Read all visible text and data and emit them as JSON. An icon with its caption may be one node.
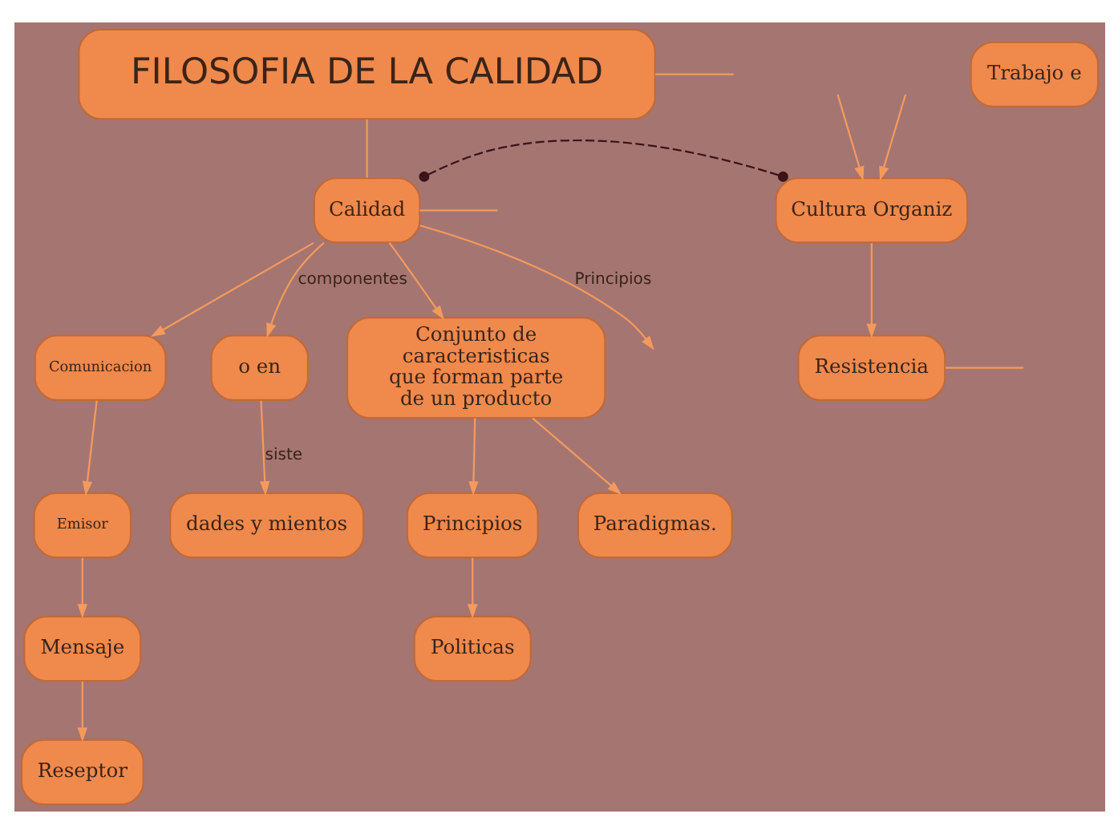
{
  "diagram": {
    "nodes": [
      {
        "text": [
          "FILOSOFIA DE LA CALIDAD"
        ]
      },
      {
        "text": [
          "Calidad"
        ]
      },
      {
        "text": [
          "Comunicacion"
        ]
      },
      {
        "text": [
          "Emisor"
        ]
      },
      {
        "text": [
          "Mensaje"
        ]
      },
      {
        "text": [
          "Reseptor"
        ]
      },
      {
        "text": [
          "o en"
        ]
      },
      {
        "text": [
          "dades y mientos"
        ]
      },
      {
        "text": [
          "Conjunto de caracteristicas que forman parte de un producto"
        ]
      },
      {
        "text": [
          "Principios"
        ]
      },
      {
        "text": [
          "Politicas"
        ]
      },
      {
        "text": [
          "Paradigmas."
        ]
      },
      {
        "text": [
          "Resistencia"
        ]
      },
      {
        "text": [
          "Cultura Organiz"
        ]
      },
      {
        "text": [
          "Trabajo e"
        ]
      }
    ],
    "edges": [
      {
        "from": 0,
        "to": 1,
        "arrow": "none"
      },
      {
        "from": 0,
        "to": null,
        "arrow": "none"
      },
      {
        "from": 1,
        "to": 2,
        "arrow": "to"
      },
      {
        "from": 2,
        "to": 3,
        "arrow": "to"
      },
      {
        "from": 3,
        "to": 4,
        "arrow": "to"
      },
      {
        "from": 4,
        "to": 5,
        "arrow": "to"
      },
      {
        "from": 1,
        "to": 6,
        "arrow": "to",
        "label": "componentes"
      },
      {
        "from": 6,
        "to": 7,
        "arrow": "to",
        "label": "siste"
      },
      {
        "from": 1,
        "to": 8,
        "arrow": "to"
      },
      {
        "from": 8,
        "to": 9,
        "arrow": "to"
      },
      {
        "from": 9,
        "to": 10,
        "arrow": "to"
      },
      {
        "from": 8,
        "to": 11,
        "arrow": "to"
      },
      {
        "from": 1,
        "to": null,
        "arrow": "to",
        "label": "Principios"
      },
      {
        "from": 1,
        "to": null,
        "arrow": "none"
      },
      {
        "from": 13,
        "to": 12,
        "arrow": "to"
      },
      {
        "from": 13,
        "to": 1,
        "arrow": "other",
        "style": "dashed",
        "color": "#3a1418"
      },
      {
        "from": 12,
        "to": null,
        "arrow": "none"
      },
      {
        "from": null,
        "to": 13,
        "arrow": "to"
      },
      {
        "from": null,
        "to": 13,
        "arrow": "to"
      }
    ]
  }
}
